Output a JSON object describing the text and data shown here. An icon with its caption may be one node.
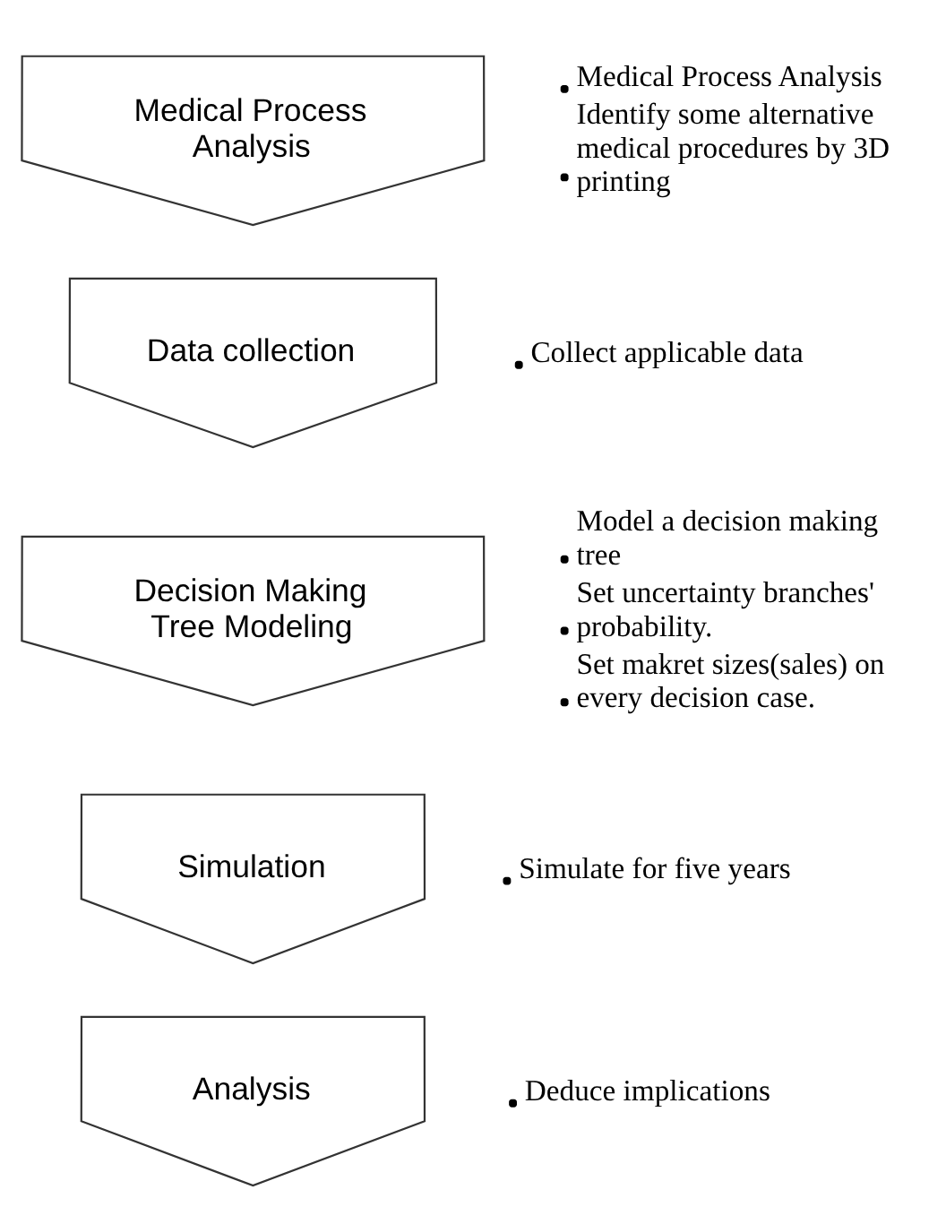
{
  "diagram": {
    "nodes": [
      {
        "text": [
          "Medical Process Analysis"
        ],
        "beside": [
          "Medical Process Analysis",
          "Identify some alternative medical procedures by 3D printing"
        ]
      },
      {
        "text": [
          "Data collection"
        ],
        "beside": [
          "Collect applicable data"
        ]
      },
      {
        "text": [
          "Decision Making Tree Modeling"
        ],
        "beside": [
          "Model a decision making tree",
          "Set uncertainty branches' probability.",
          "Set makret sizes(sales) on every decision case."
        ]
      },
      {
        "text": [
          "Simulation"
        ],
        "beside": [
          "Simulate for five years"
        ]
      },
      {
        "text": [
          "Analysis"
        ],
        "beside": [
          "Deduce implications"
        ]
      }
    ]
  }
}
